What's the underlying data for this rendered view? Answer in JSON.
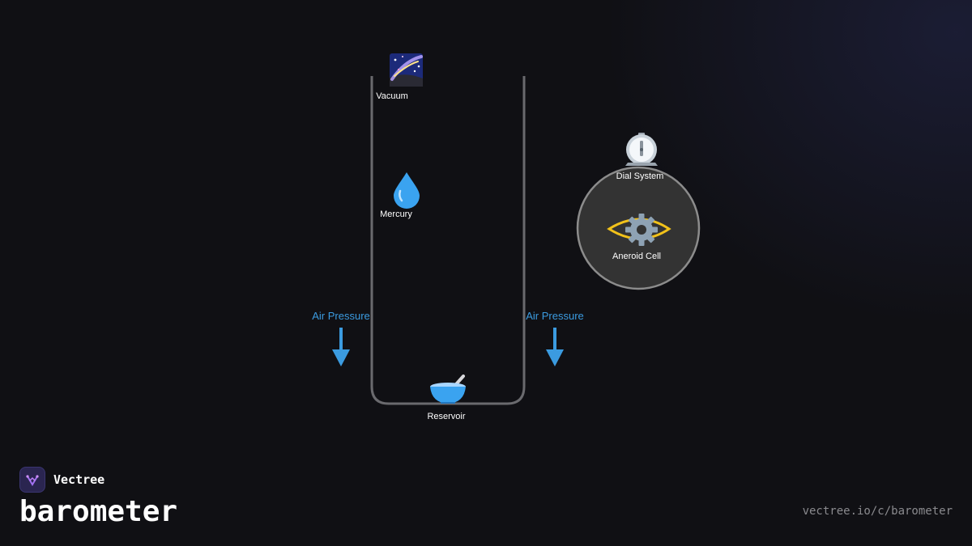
{
  "diagram": {
    "vacuum": {
      "icon": "galaxy-icon",
      "label": "Vacuum"
    },
    "mercury": {
      "icon": "droplet-icon",
      "label": "Mercury"
    },
    "reservoir": {
      "icon": "bowl-icon",
      "label": "Reservoir"
    },
    "dial": {
      "icon": "stopwatch-icon",
      "label": "Dial System"
    },
    "aneroid": {
      "icon": "gear-icon",
      "label": "Aneroid Cell"
    },
    "air_left": {
      "label": "Air Pressure"
    },
    "air_right": {
      "label": "Air Pressure"
    }
  },
  "colors": {
    "background": "#101014",
    "tube": "#6a6a6e",
    "arrow": "#3b9be0",
    "circle_fill": "#333333",
    "circle_stroke": "#8c8c8c",
    "orbit": "#f2c21a"
  },
  "brand": {
    "name": "Vectree",
    "logo_icon": "vectree-logo-icon"
  },
  "footer": {
    "title": "barometer",
    "url": "vectree.io/c/barometer"
  }
}
